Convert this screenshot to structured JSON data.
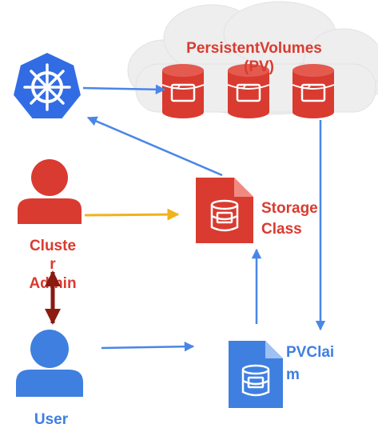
{
  "diagram": {
    "nodes": {
      "kubernetes": {
        "icon": "kubernetes-helm-icon"
      },
      "persistent_volumes": {
        "label_line1": "PersistentVolumes",
        "label_line2": "(PV)",
        "icon": "cloud-with-storage-drums-icon",
        "drum_count": 3
      },
      "storage_class": {
        "label_line1": "Storage",
        "label_line2": "Class",
        "icon": "document-database-icon"
      },
      "cluster_admin": {
        "label_line1": "Cluste",
        "label_line2": "r",
        "label_line3": "Admin",
        "icon": "person-icon"
      },
      "pv_claim": {
        "label_line1": "PVClai",
        "label_line2": "m",
        "icon": "document-database-icon"
      },
      "user": {
        "label": "User",
        "icon": "person-icon"
      }
    },
    "edges": [
      {
        "from": "kubernetes",
        "to": "persistent_volumes"
      },
      {
        "from": "storage_class",
        "to": "kubernetes"
      },
      {
        "from": "cluster_admin",
        "to": "storage_class"
      },
      {
        "from": "persistent_volumes",
        "to": "pv_claim"
      },
      {
        "from": "pv_claim",
        "to": "storage_class"
      },
      {
        "from": "user",
        "to": "pv_claim"
      },
      {
        "from": "cluster_admin",
        "to": "user",
        "bidirectional": true
      }
    ]
  },
  "colors": {
    "red": "#d93b30",
    "blue": "#3f7fe0",
    "k8s_blue": "#326ce5",
    "arrow_blue": "#4a86e8",
    "arrow_yellow": "#f2b21b",
    "arrow_darkred": "#8b1a10",
    "cloud": "#eeeeee"
  }
}
